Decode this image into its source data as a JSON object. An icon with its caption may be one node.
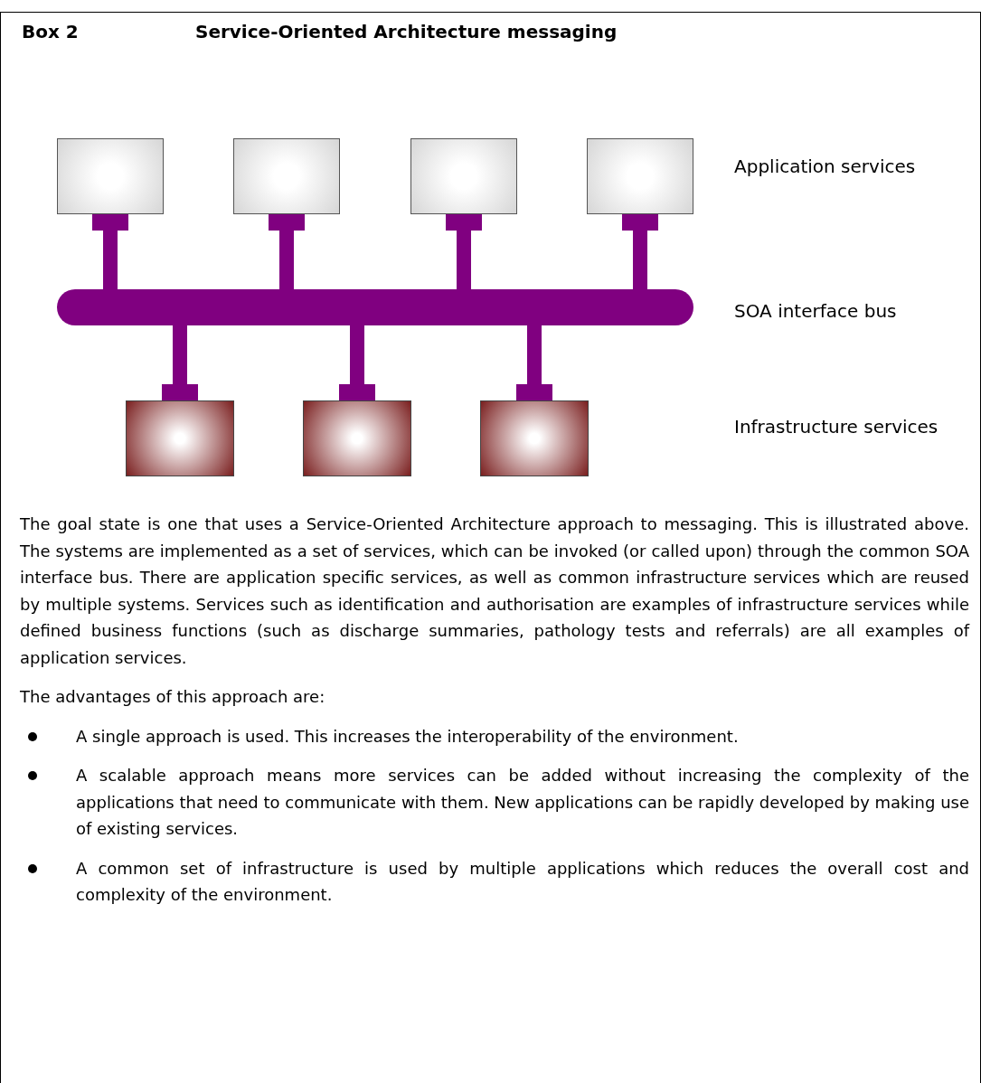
{
  "diagram": {
    "title": "Service-Oriented Architecture messaging",
    "nodes": [
      {
        "text": [],
        "shape": "box"
      },
      {
        "text": [],
        "shape": "box"
      },
      {
        "text": [],
        "shape": "box"
      },
      {
        "text": [],
        "shape": "box"
      },
      {
        "text": [],
        "shape": "bar"
      },
      {
        "text": [],
        "shape": "box"
      },
      {
        "text": [],
        "shape": "box"
      },
      {
        "text": [],
        "shape": "box"
      }
    ],
    "edges": [
      {
        "from": 0,
        "to": 4,
        "arrow": "none"
      },
      {
        "from": 1,
        "to": 4,
        "arrow": "none"
      },
      {
        "from": 2,
        "to": 4,
        "arrow": "none"
      },
      {
        "from": 3,
        "to": 4,
        "arrow": "none"
      },
      {
        "from": 4,
        "to": 5,
        "arrow": "none"
      },
      {
        "from": 4,
        "to": 6,
        "arrow": "none"
      },
      {
        "from": 4,
        "to": 7,
        "arrow": "none"
      }
    ],
    "labels": [
      "Box 2",
      "Application services",
      "SOA interface bus",
      "Infrastructure services",
      "The goal state is one that uses a Service-Oriented Architecture approach to messaging. This is illustrated above. The systems are implemented as a set of services, which can be invoked (or called upon) through the common SOA interface bus. There are application specific services, as well as common infrastructure services which are reused by multiple systems. Services such as identification and authorisation are examples of infrastructure services while defined business functions (such as discharge summaries, pathology tests and referrals) are all examples of application services.",
      "The advantages of this approach are:",
      "A single approach is used. This increases the interoperability of the environment.",
      "A scalable approach means more services can be added without increasing the complexity of the applications that need to communicate with them. New applications can be rapidly developed by making use of existing services.",
      "A common set of infrastructure is used by multiple applications which reduces the overall cost and complexity of the environment."
    ]
  }
}
